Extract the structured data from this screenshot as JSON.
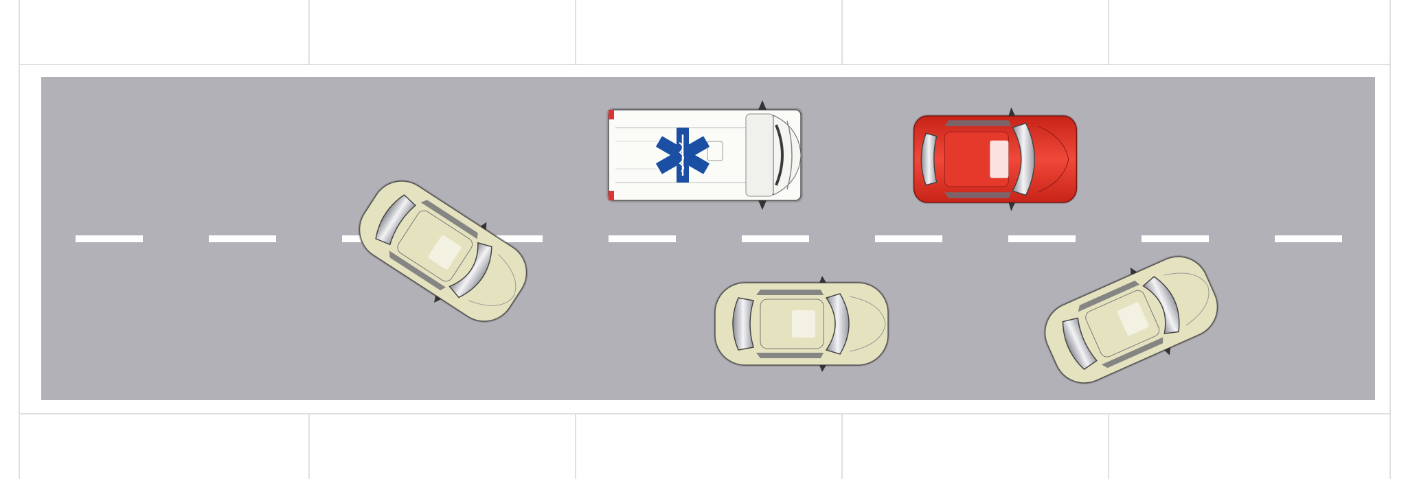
{
  "scene": {
    "road_color": "#b2b1b7",
    "lane_marking_color": "#ffffff",
    "grid_line_color": "#d6d6d6",
    "background_color": "#ffffff",
    "vehicles": [
      {
        "id": "ambulance",
        "kind": "ambulance",
        "heading": "right",
        "body_color": "#fbfbf8",
        "emblem": "star-of-life-icon",
        "emblem_color": "#1a4fa3"
      },
      {
        "id": "red-car",
        "kind": "car",
        "heading": "right",
        "body_color": "#e5392c"
      },
      {
        "id": "beige-car-swerving",
        "kind": "car",
        "heading": "down-right",
        "body_color": "#e5e2bf"
      },
      {
        "id": "beige-car-lower-lane",
        "kind": "car",
        "heading": "right",
        "body_color": "#e5e2bf"
      },
      {
        "id": "beige-car-right",
        "kind": "car",
        "heading": "up-right",
        "body_color": "#e5e2bf"
      }
    ]
  }
}
